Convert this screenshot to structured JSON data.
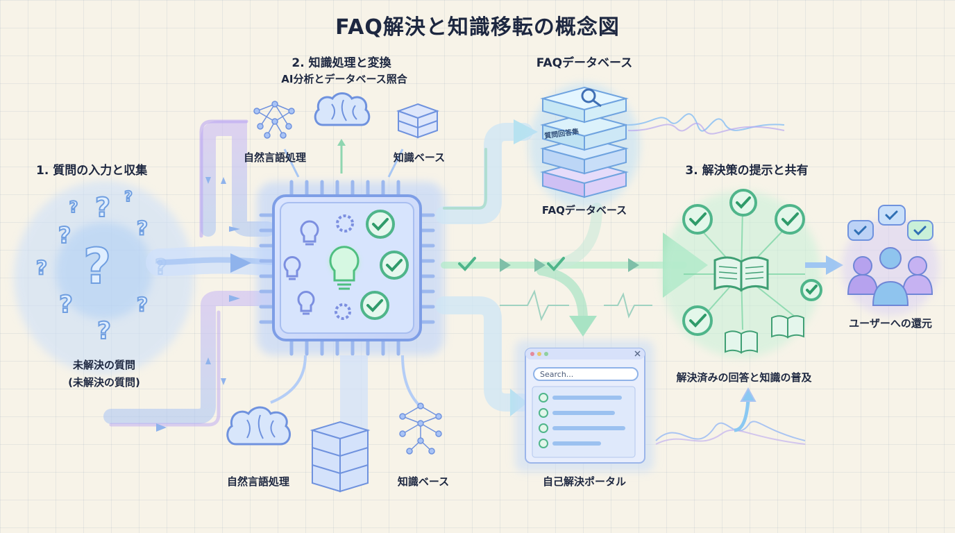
{
  "title": "FAQ解決と知識移転の概念図",
  "step1": {
    "heading": "1. 質問の入力と収集",
    "caption_line1": "未解決の質問",
    "caption_line2": "(未解決の質問)"
  },
  "step2": {
    "heading": "2. 知識処理と変換",
    "subheading": "AI分析とデータベース照合",
    "nlp_top": "自然言語処理",
    "kb_top": "知識ベース",
    "nlp_bottom": "自然言語処理",
    "kb_bottom": "知識ベース"
  },
  "faq_db": {
    "heading": "FAQデータベース",
    "caption": "FAQデータベース",
    "tag": "質問回答集"
  },
  "portal": {
    "caption": "自己解決ポータル",
    "search_placeholder": "Search..."
  },
  "step3": {
    "heading": "3. 解決策の提示と共有",
    "caption": "解決済みの回答と知識の普及"
  },
  "users": {
    "caption": "ユーザーへの還元"
  },
  "icons": [
    "question-mark-icon",
    "lightbulb-icon",
    "gear-icon",
    "check-icon",
    "brain-icon",
    "neural-network-icon",
    "cube-stack-icon",
    "magnifier-icon",
    "book-icon",
    "user-icon",
    "speech-bubble-icon",
    "search-icon",
    "close-icon"
  ],
  "colors": {
    "background": "#f7f3e8",
    "grid": "#dfe4ec",
    "blue": "#7fb2f0",
    "purple": "#b39cf0",
    "green": "#74d8a0",
    "chip": "#b8cdf7",
    "text": "#1d2740"
  }
}
